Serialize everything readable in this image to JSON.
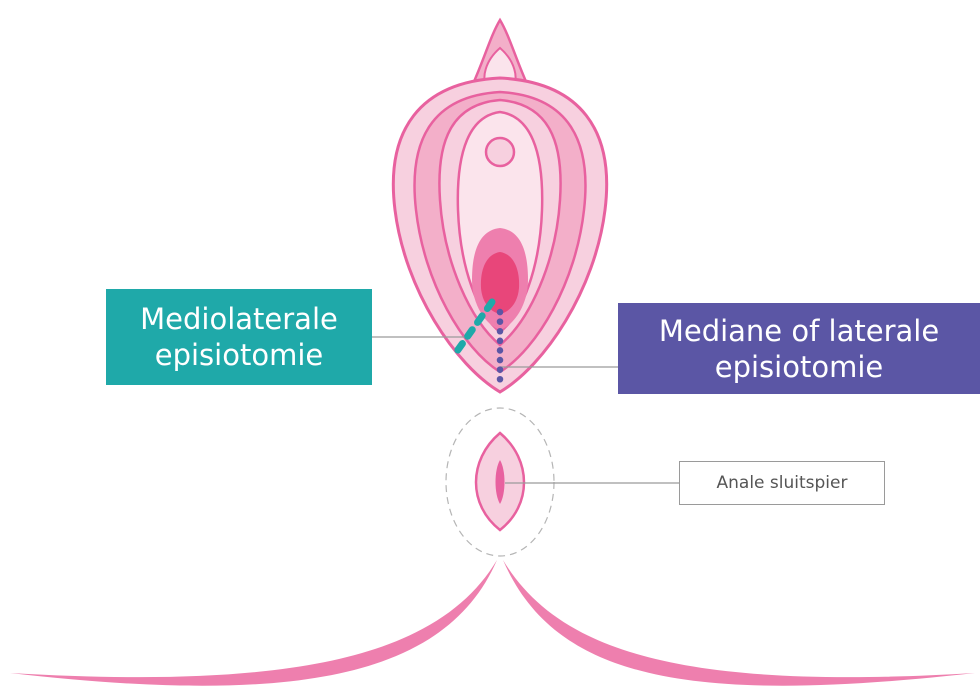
{
  "labels": {
    "mediolateral": {
      "line1": "Mediolaterale",
      "line2": "episiotomie"
    },
    "median": {
      "line1": "Mediane of laterale",
      "line2": "episiotomie"
    },
    "anal": {
      "text": "Anale sluitspier"
    }
  },
  "colors": {
    "teal": "#1fa9a9",
    "purple": "#5b56a5",
    "pink_outline": "#e8619f",
    "pink_light": "#f7d0df",
    "pink_mid": "#f3afc9",
    "pink_pale": "#fbe4ec",
    "pink_deep": "#ee7fae",
    "pink_core": "#e8467a",
    "leader_gray": "#9a9a9a",
    "dashed_gray": "#b5b5b5"
  }
}
